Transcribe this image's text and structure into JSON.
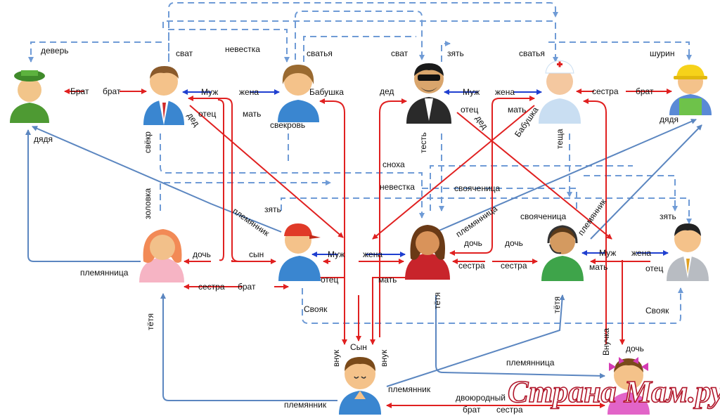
{
  "people": [
    {
      "id": "uncle1",
      "icon": "soldier-icon",
      "color": "#5aa63c"
    },
    {
      "id": "svekor",
      "icon": "man-blue-suit-icon",
      "color": "#3a86d0"
    },
    {
      "id": "svekrov",
      "icon": "woman-blue-icon",
      "color": "#3a86d0"
    },
    {
      "id": "test",
      "icon": "man-sunglasses-icon",
      "color": "#2a2a2a"
    },
    {
      "id": "tescha",
      "icon": "nurse-icon",
      "color": "#c9def2"
    },
    {
      "id": "uncle2",
      "icon": "builder-icon",
      "color": "#5a8ad6"
    },
    {
      "id": "aunt1",
      "icon": "woman-pink-icon",
      "color": "#f4a0b4"
    },
    {
      "id": "husband",
      "icon": "man-red-cap-icon",
      "color": "#3a86d0"
    },
    {
      "id": "wife",
      "icon": "woman-red-icon",
      "color": "#c8242b"
    },
    {
      "id": "aunt2",
      "icon": "woman-headset-icon",
      "color": "#3ea44a"
    },
    {
      "id": "uncle3",
      "icon": "man-grey-suit-icon",
      "color": "#b8bcc2"
    },
    {
      "id": "son",
      "icon": "boy-praying-icon",
      "color": "#3a86d0"
    },
    {
      "id": "girl",
      "icon": "girl-bows-icon",
      "color": "#e264c8"
    }
  ],
  "labels": {
    "dever": "деверь",
    "svat1": "сват",
    "nevestka1": "невестка",
    "svatya1": "сватья",
    "svat2": "сват",
    "zyat1": "зять",
    "svatya2": "сватья",
    "shurin": "шурин",
    "brat1": "Брат",
    "brat2": "брат",
    "muzh1": "Муж",
    "zhena1": "жена",
    "babushka1": "Бабушка",
    "ded1": "дед",
    "muzh2": "Муж",
    "zhena2": "жена",
    "sestra1": "сестра",
    "brat3": "брат",
    "otec1": "отец",
    "mat1": "мать",
    "svekrov": "свекровь",
    "otec2": "отец",
    "mat2": "мать",
    "dyadya1": "дядя",
    "dyadya2": "дядя",
    "svekor": "свёкр",
    "ded2": "дед",
    "test": "тесть",
    "ded3": "дед",
    "babushka2": "Бабушка",
    "tescha": "теща",
    "snoha": "сноха",
    "nevestka2": "невестка",
    "svoyachenitsa1": "свояченица",
    "zolovka": "золовка",
    "plemyannik1": "племянник",
    "zyat2": "зять",
    "plemyannitsa1": "племянница",
    "svoyachenitsa2": "свояченица",
    "plemyannik2": "племянник",
    "zyat3": "зять",
    "doch1": "дочь",
    "syn1": "сын",
    "muzh3": "Муж",
    "zhena3": "жена",
    "doch2": "дочь",
    "doch3": "дочь",
    "muzh4": "Муж",
    "zhena4": "жена",
    "plemyannitsa2": "племянница",
    "sestra2": "сестра",
    "sestra3": "сестра",
    "mat3": "мать",
    "otec3": "отец",
    "sestra4": "сестра",
    "brat4": "брат",
    "otec4": "отец",
    "mat4": "мать",
    "svoyak1": "Свояк",
    "svoyak2": "Свояк",
    "tyotya1": "тётя",
    "tyotya2": "тётя",
    "tyotya3": "тётя",
    "vnuk1": "внук",
    "vnuk2": "внук",
    "syn2": "Сын",
    "vnuchka": "Внучка",
    "doch4": "дочь",
    "plemyannitsa3": "племянница",
    "plemyannik3": "племянник",
    "plemyannik4": "племянник",
    "dvoyurodny": "двоюродный",
    "brat5": "брат",
    "sestra5": "сестра"
  },
  "watermark": "Страна Мам.ру",
  "colors": {
    "red": "#e02020",
    "blue": "#1f3fd0",
    "steel": "#5b86c0",
    "dash": "#6f9bd6",
    "wm": "#b0162a"
  }
}
